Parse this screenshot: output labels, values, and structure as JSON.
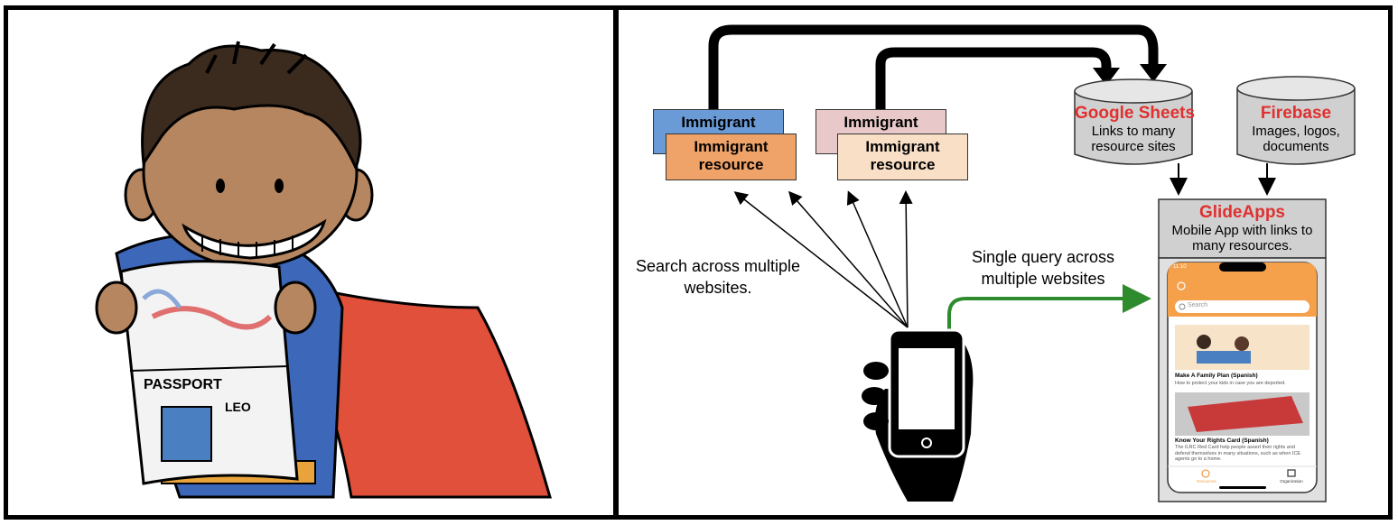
{
  "left_panel": {
    "passport_text": "PASSPORT",
    "passport_name": "LEO"
  },
  "diagram": {
    "site_a": {
      "back_label": "Immigrant",
      "front_label": "Immigrant resource",
      "back_color": "#6a9bd6",
      "front_color": "#f0a368"
    },
    "site_b": {
      "back_label": "Immigrant",
      "front_label": "Immigrant resource",
      "back_color": "#e8c8c8",
      "front_color": "#f9dfc6"
    },
    "search_caption": "Search across multiple websites.",
    "query_caption": "Single query across multiple websites",
    "google_sheets": {
      "title": "Google Sheets",
      "desc": "Links to many resource sites"
    },
    "firebase": {
      "title": "Firebase",
      "desc": "Images, logos, documents"
    },
    "glideapps": {
      "title": "GlideApps",
      "desc": "Mobile App with links to many resources."
    },
    "phone_app": {
      "time": "11:10",
      "search_placeholder": "Search",
      "item1_title": "Make A Family Plan (Spanish)",
      "item1_desc": "How to protect your kids in case you are deported.",
      "item2_title": "Know Your Rights Card (Spanish)",
      "item2_desc": "The ILRC Red Card help people assert their rights and defend themselves in many situations, such as when ICE agents go to a home.",
      "tab1": "Resources",
      "tab2": "Organization"
    },
    "colors": {
      "accent_red": "#e03030",
      "app_orange": "#f5a04a",
      "arrow_green": "#2e8b2e"
    }
  }
}
